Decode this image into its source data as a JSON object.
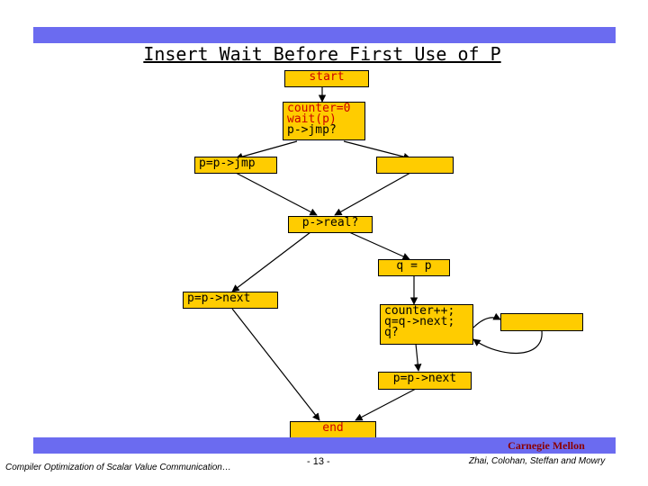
{
  "title": "Insert Wait Before First Use of P",
  "nodes": {
    "start": "start",
    "init": {
      "line1": "counter=0",
      "line2": "wait(p)",
      "line3": "p->jmp?"
    },
    "jmp": "p=p->jmp",
    "empty1": "",
    "real": "p->real?",
    "qp": "q = p",
    "next1": "p=p->next",
    "loop": {
      "line1": "counter++;",
      "line2": "q=q->next;",
      "line3": "q?"
    },
    "empty2": "",
    "next2": "p=p->next",
    "end": "end"
  },
  "footer": {
    "left": "Compiler Optimization of Scalar Value Communication…",
    "page": "- 13 -",
    "right": "Zhai, Colohan, Steffan and Mowry",
    "logo": "Carnegie Mellon"
  },
  "colors": {
    "node_fill": "#ffcc00",
    "bar": "#6b6bf0",
    "highlight_text": "#cc0000"
  }
}
